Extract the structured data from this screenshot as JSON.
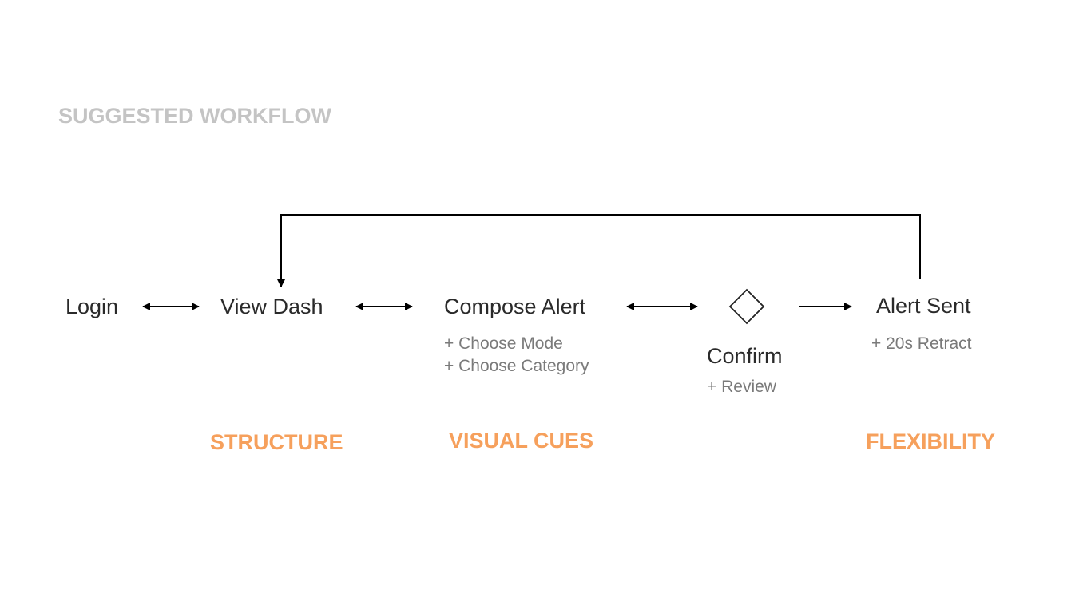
{
  "heading": "SUGGESTED WORKFLOW",
  "nodes": {
    "login": "Login",
    "view_dash": "View Dash",
    "compose_alert": "Compose Alert",
    "confirm": "Confirm",
    "alert_sent": "Alert Sent"
  },
  "details": {
    "compose_mode": "+ Choose Mode",
    "compose_category": "+ Choose Category",
    "confirm_review": "+ Review",
    "sent_retract": "+ 20s Retract"
  },
  "principles": {
    "structure": "STRUCTURE",
    "visual_cues": "VISUAL CUES",
    "flexibility": "FLEXIBILITY"
  },
  "colors": {
    "heading": "#c4c4c4",
    "node_text": "#2a2a2a",
    "detail_text": "#7a7a7a",
    "principle": "#f6a05c",
    "connector": "#000000"
  }
}
